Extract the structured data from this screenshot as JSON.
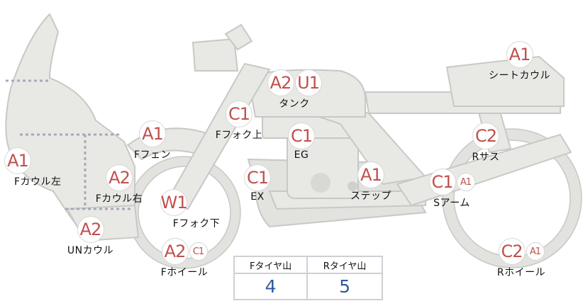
{
  "parts": [
    {
      "id": "seat-cowl",
      "label": "シートカウル",
      "codes": [
        "A1"
      ]
    },
    {
      "id": "tank",
      "label": "タンク",
      "codes": [
        "A2",
        "U1"
      ]
    },
    {
      "id": "f-fork-upper",
      "label": "Fフォク上",
      "codes": [
        "C1"
      ]
    },
    {
      "id": "eg",
      "label": "EG",
      "codes": [
        "C1"
      ]
    },
    {
      "id": "r-sus",
      "label": "Rサス",
      "codes": [
        "C2"
      ]
    },
    {
      "id": "f-fender",
      "label": "Fフェン",
      "codes": [
        "A1"
      ]
    },
    {
      "id": "f-cowl-left",
      "label": "Fカウル左",
      "codes": [
        "A1"
      ]
    },
    {
      "id": "f-cowl-right",
      "label": "Fカウル右",
      "codes": [
        "A2"
      ]
    },
    {
      "id": "ex",
      "label": "EX",
      "codes": [
        "C1"
      ]
    },
    {
      "id": "step",
      "label": "ステップ",
      "codes": [
        "A1"
      ]
    },
    {
      "id": "s-arm",
      "label": "Sアーム",
      "codes": [
        "C1",
        "A1"
      ]
    },
    {
      "id": "f-fork-lower",
      "label": "Fフォク下",
      "codes": [
        "W1"
      ]
    },
    {
      "id": "un-cowl",
      "label": "UNカウル",
      "codes": [
        "A2"
      ]
    },
    {
      "id": "f-wheel",
      "label": "Fホイール",
      "codes": [
        "A2",
        "C1"
      ]
    },
    {
      "id": "r-wheel",
      "label": "Rホイール",
      "codes": [
        "C2",
        "A1"
      ]
    }
  ],
  "tires": {
    "front_label": "Fタイヤ山",
    "front_value": "4",
    "rear_label": "Rタイヤ山",
    "rear_value": "5"
  },
  "colors": {
    "code_text": "#c0504d",
    "value_text": "#2f5a9e",
    "silhouette_fill": "#e8e8e5",
    "silhouette_stroke": "#c8c8c6"
  }
}
